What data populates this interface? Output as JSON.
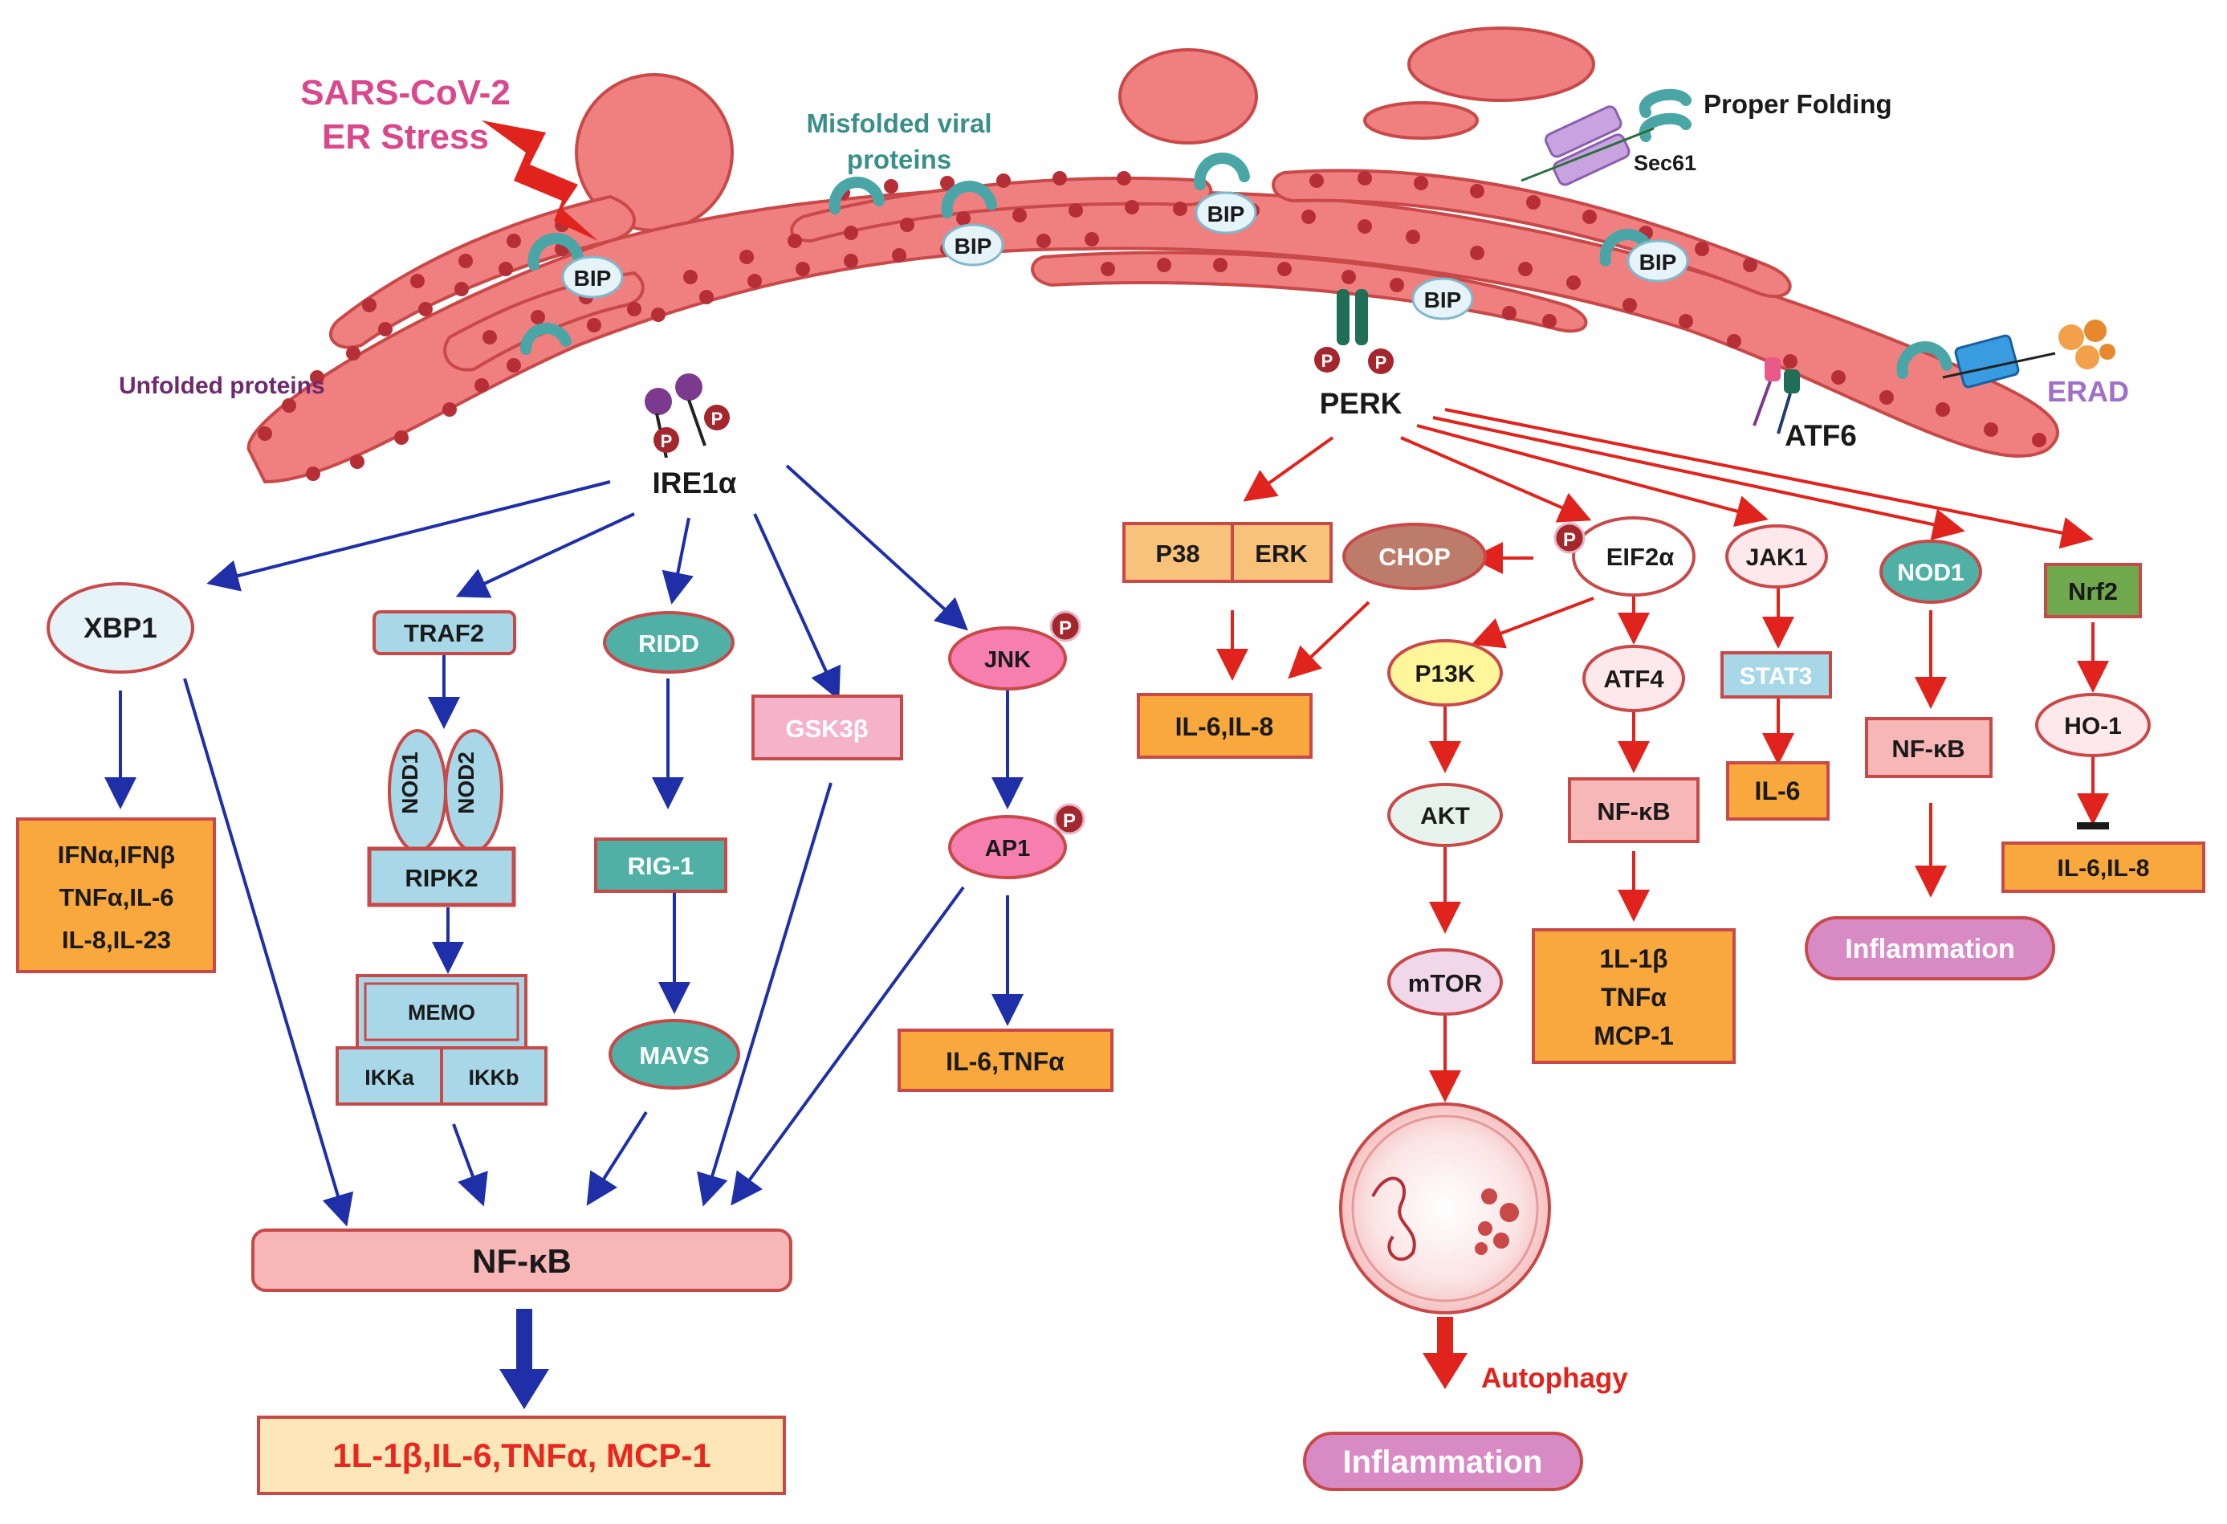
{
  "header": {
    "title_line1": "SARS-CoV-2",
    "title_line2": "ER Stress"
  },
  "er_labels": {
    "misfolded_line1": "Misfolded viral",
    "misfolded_line2": "proteins",
    "unfolded": "Unfolded proteins",
    "proper_folding": "Proper Folding",
    "sec61": "Sec61",
    "erad": "ERAD",
    "bip": "BIP",
    "phospho": "P"
  },
  "sensors": {
    "ire1": "IRE1α",
    "perk": "PERK",
    "atf6": "ATF6"
  },
  "ire1_branch": {
    "xbp1": "XBP1",
    "xbp1_cytokines": [
      "IFNα,IFNβ",
      "TNFα,IL-6",
      "IL-8,IL-23"
    ],
    "traf2": "TRAF2",
    "nod1": "NOD1",
    "nod2": "NOD2",
    "ripk2": "RIPK2",
    "memo": "MEMO",
    "ikka": "IKKa",
    "ikkb": "IKKb",
    "ridd": "RIDD",
    "rig1": "RIG-1",
    "mavs": "MAVS",
    "gsk3b": "GSK3β",
    "jnk": "JNK",
    "ap1": "AP1",
    "ap1_cytokines": "IL-6,TNFα",
    "nfkb": "NF-κB",
    "nfkb_cytokines": "1L-1β,IL-6,TNFα, MCP-1"
  },
  "perk_branch": {
    "p38": "P38",
    "erk": "ERK",
    "chop": "CHOP",
    "il6_il8": "IL-6,IL-8",
    "eif2a": "EIF2α",
    "p13k": "P13K",
    "akt": "AKT",
    "mtor": "mTOR",
    "autophagy": "Autophagy",
    "inflammation_bottom": "Inflammation",
    "atf4": "ATF4",
    "atf4_nfkb": "NF-κB",
    "atf4_cytokines": [
      "1L-1β",
      "TNFα",
      "MCP-1"
    ],
    "jak1": "JAK1",
    "stat3": "STAT3",
    "il6": "IL-6",
    "nod1": "NOD1",
    "nod1_nfkb": "NF-κB",
    "inflammation_right": "Inflammation",
    "nrf2": "Nrf2",
    "ho1": "HO-1",
    "nrf2_cytokines": "IL-6,IL-8"
  },
  "colors": {
    "er_fill": "#f07f7f",
    "er_stroke": "#c94848",
    "ribosome": "#b72f36",
    "chaperone": "#4aa6a6",
    "blue_arrow": "#1e2fa8",
    "red_arrow": "#e0231c",
    "box_orange": "#f9a83e",
    "box_pink": "#f7b7b7",
    "box_border": "#c94848",
    "teal": "#50b0a6",
    "light_blue": "#a8d8e8",
    "title_pink": "#d9478d",
    "erad_purple": "#a070c8",
    "cytokine_red": "#e8281e"
  }
}
